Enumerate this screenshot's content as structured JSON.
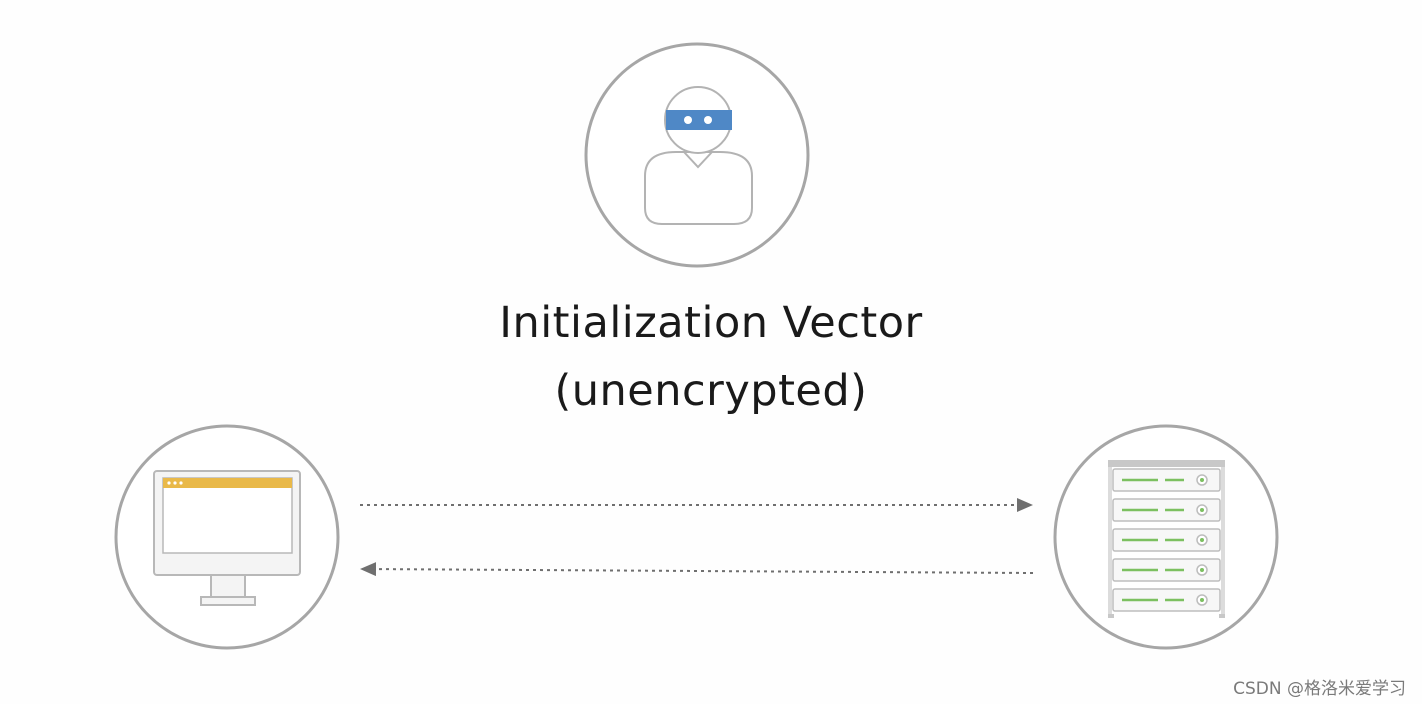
{
  "diagram": {
    "title_line1": "Initialization Vector",
    "title_line2": "(unencrypted)",
    "nodes": [
      {
        "id": "attacker",
        "icon": "masked-person-icon"
      },
      {
        "id": "client",
        "icon": "computer-monitor-icon"
      },
      {
        "id": "server",
        "icon": "server-rack-icon"
      }
    ],
    "edges": [
      {
        "from": "client",
        "to": "server",
        "style": "dotted"
      },
      {
        "from": "server",
        "to": "client",
        "style": "dotted"
      }
    ],
    "colors": {
      "circle_stroke": "#a6a6a6",
      "mask": "#4f88c6",
      "browser_bar": "#e9b949",
      "server_led": "#7cc060",
      "arrow": "#6f6f6f"
    }
  },
  "watermark": "CSDN @格洛米爱学习"
}
